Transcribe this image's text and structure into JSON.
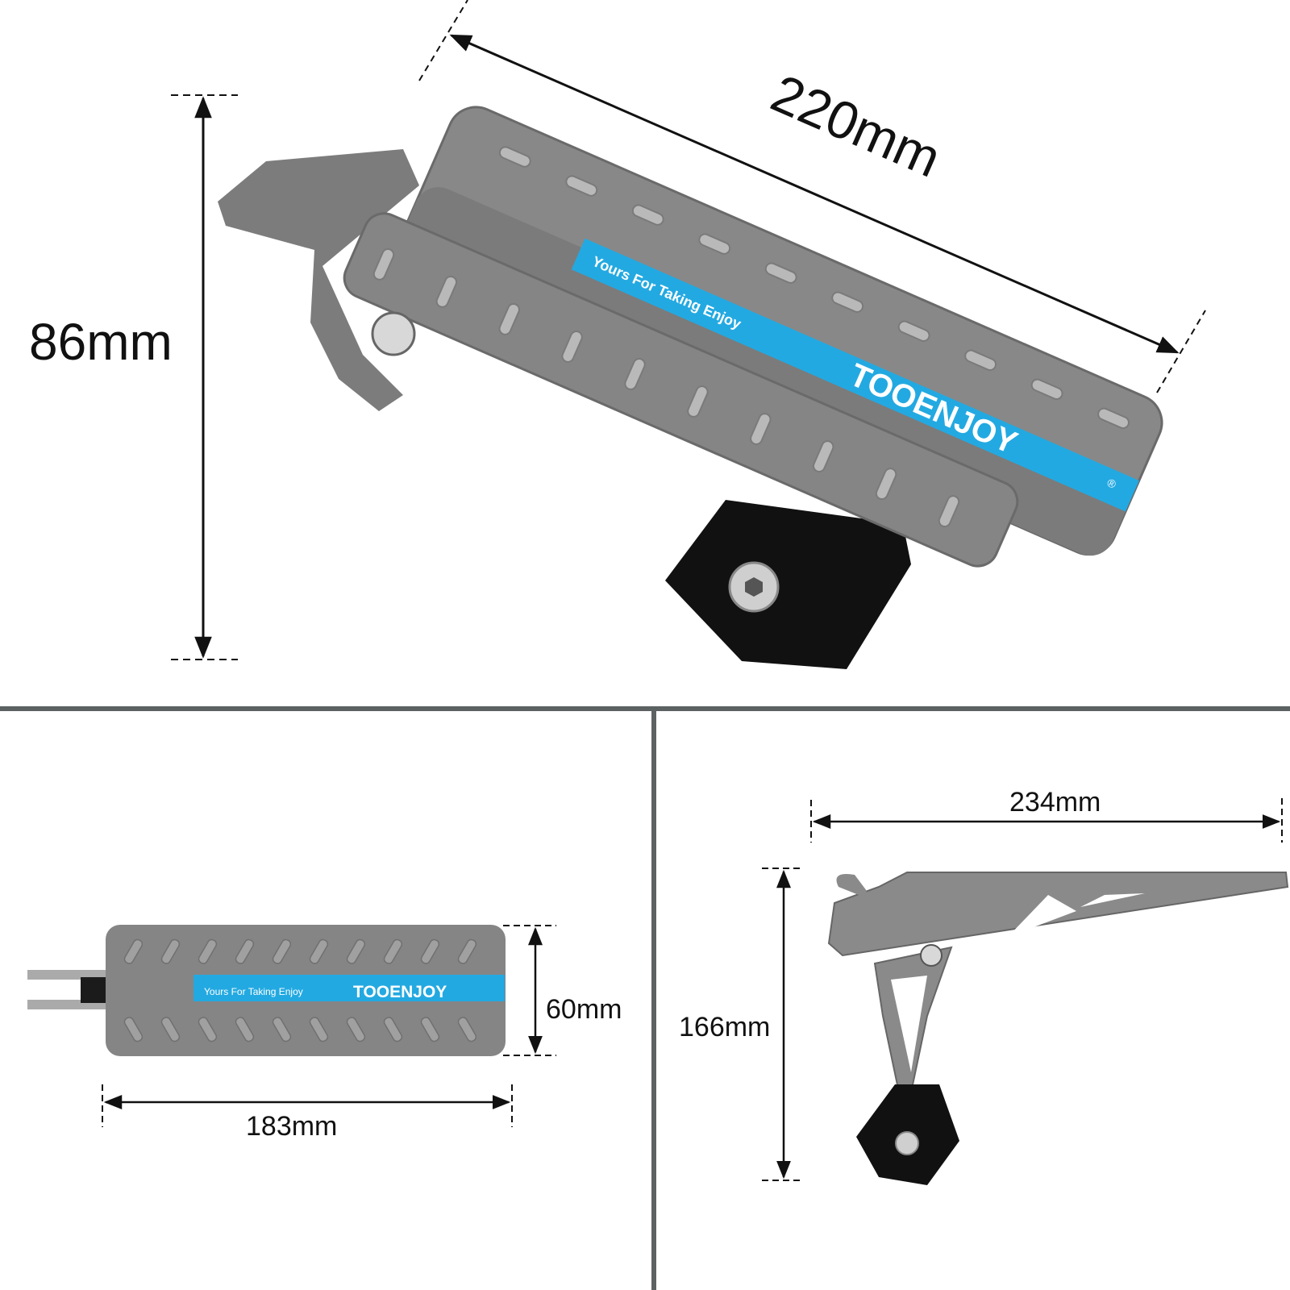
{
  "brand": {
    "name": "TOOENJOY",
    "registered_mark": "®",
    "slogan": "Yours For Taking Enjoy"
  },
  "colors": {
    "plate": "#8a8a8a",
    "plate_dark": "#6e6e6e",
    "stripe": "#23a9e1",
    "mount": "#111111",
    "divider": "#5c6262"
  },
  "top_view": {
    "length_label": "220mm",
    "height_label": "86mm"
  },
  "bottom_left_view": {
    "length_label": "183mm",
    "width_label": "60mm"
  },
  "bottom_right_view": {
    "length_label": "234mm",
    "height_label": "166mm"
  }
}
